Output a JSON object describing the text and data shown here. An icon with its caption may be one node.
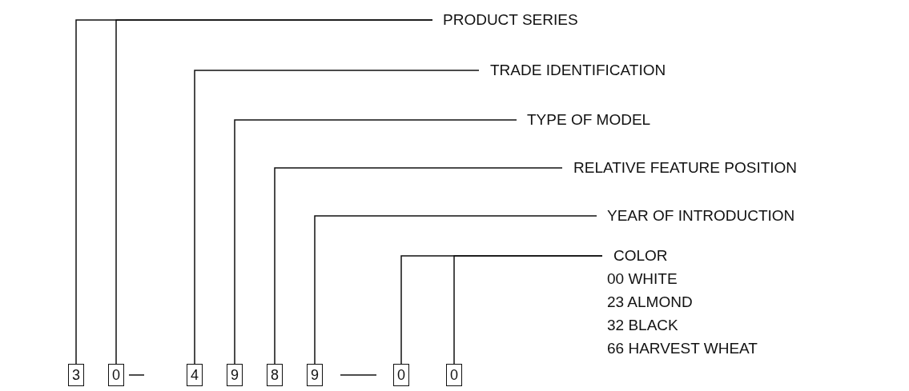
{
  "diagram": {
    "nodes": [
      {
        "text": [
          "3"
        ]
      },
      {
        "text": [
          "0"
        ]
      },
      {
        "text": [
          "4"
        ]
      },
      {
        "text": [
          "9"
        ]
      },
      {
        "text": [
          "8"
        ]
      },
      {
        "text": [
          "9"
        ]
      },
      {
        "text": [
          "0"
        ]
      },
      {
        "text": [
          "0"
        ]
      },
      {
        "text": [
          "PRODUCT SERIES"
        ]
      },
      {
        "text": [
          "TRADE IDENTIFICATION"
        ]
      },
      {
        "text": [
          "TYPE OF MODEL"
        ]
      },
      {
        "text": [
          "RELATIVE FEATURE POSITION"
        ]
      },
      {
        "text": [
          "YEAR OF INTRODUCTION"
        ]
      },
      {
        "text": [
          "COLOR",
          "00 WHITE",
          "23 ALMOND",
          "32 BLACK",
          "66 HARVEST WHEAT"
        ]
      }
    ],
    "edges": [
      {
        "from": 8,
        "to": 0,
        "arrow": "none"
      },
      {
        "from": 8,
        "to": 1,
        "arrow": "none"
      },
      {
        "from": 9,
        "to": 2,
        "arrow": "none"
      },
      {
        "from": 10,
        "to": 3,
        "arrow": "none"
      },
      {
        "from": 11,
        "to": 4,
        "arrow": "none"
      },
      {
        "from": 12,
        "to": 5,
        "arrow": "none"
      },
      {
        "from": 13,
        "to": 6,
        "arrow": "none"
      },
      {
        "from": 13,
        "to": 7,
        "arrow": "none"
      }
    ]
  }
}
